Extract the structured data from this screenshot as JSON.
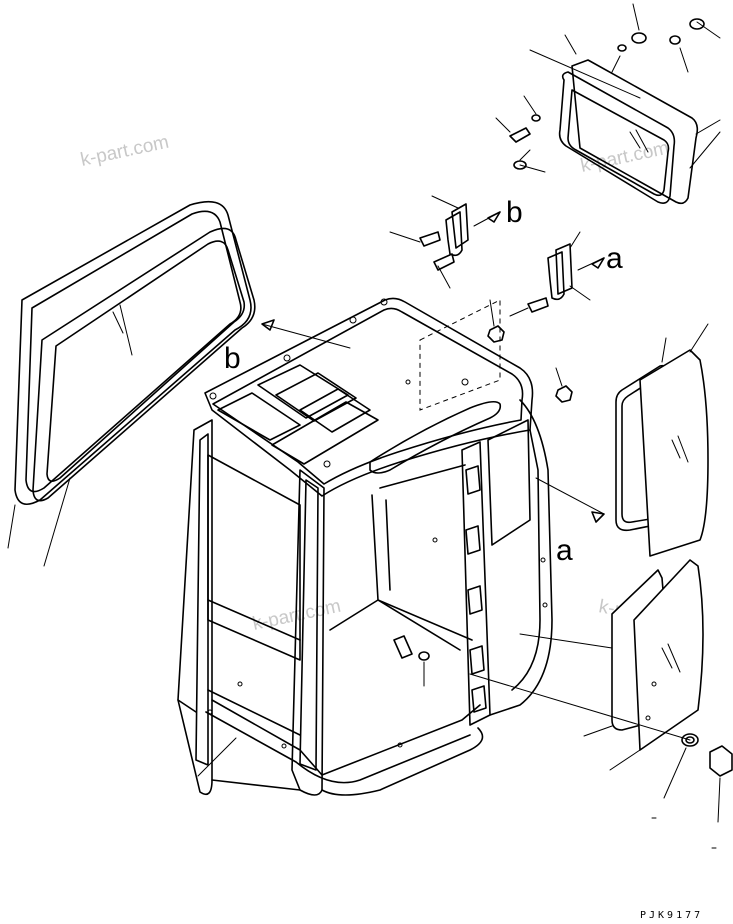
{
  "diagram": {
    "callouts": {
      "a": "a",
      "b": "b"
    },
    "drawing_code": "PJK9177",
    "watermark": "k-part.com"
  }
}
